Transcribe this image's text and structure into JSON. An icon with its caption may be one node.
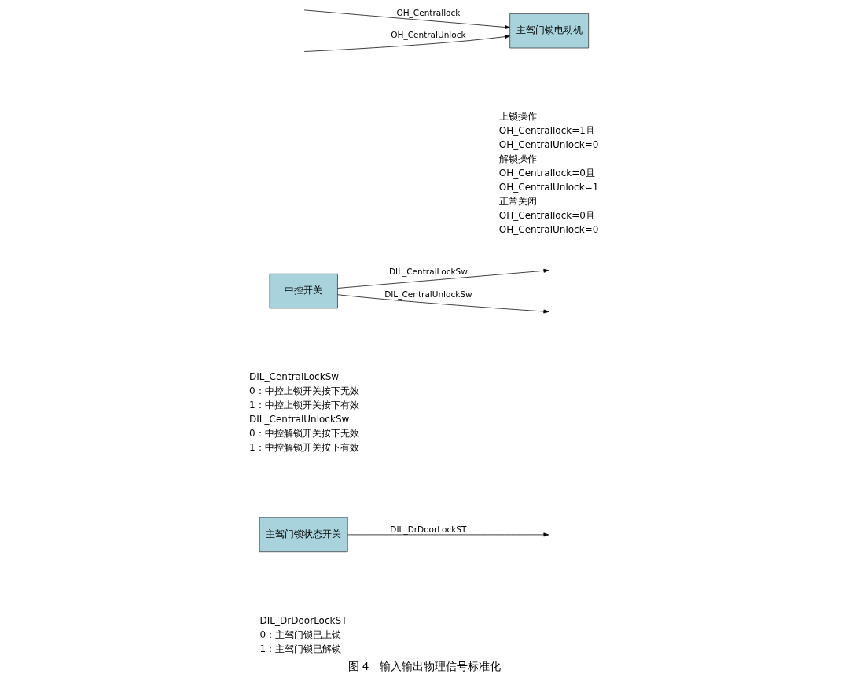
{
  "diagram": {
    "caption": "图 4　输入输出物理信号标准化",
    "nodes": [
      {
        "text": [
          "中控开关"
        ]
      },
      {
        "text": [
          "主驾门锁电动机"
        ]
      },
      {
        "text": [
          "主驾门锁状态开关"
        ]
      }
    ],
    "edges": [
      {
        "from": 0,
        "to": null,
        "arrow": "to",
        "label": "DIL_CentralLockSw"
      },
      {
        "from": 0,
        "to": null,
        "arrow": "to",
        "label": "DIL_CentralUnlockSw"
      },
      {
        "from": null,
        "to": 1,
        "arrow": "to",
        "label": "OH_Centrallock"
      },
      {
        "from": null,
        "to": 1,
        "arrow": "to",
        "label": "OH_CentralUnlock"
      },
      {
        "from": 2,
        "to": null,
        "arrow": "to",
        "label": "DIL_DrDoorLockST"
      }
    ],
    "labels": [
      "DIL_CentralLockSw",
      "0：中控上锁开关按下无效",
      "1：中控上锁开关按下有效",
      "DIL_CentralUnlockSw",
      "0：中控解锁开关按下无效",
      "1：中控解锁开关按下有效",
      "上锁操作",
      "OH_Centrallock=1且",
      "OH_CentralUnlock=0",
      "解锁操作",
      "OH_Centrallock=0且",
      "OH_CentralUnlock=1",
      "正常关闭",
      "OH_Centrallock=0且",
      "OH_CentralUnlock=0",
      "DIL_DrDoorLockST",
      "0：主驾门锁已上锁",
      "1：主驾门锁已解锁"
    ]
  }
}
